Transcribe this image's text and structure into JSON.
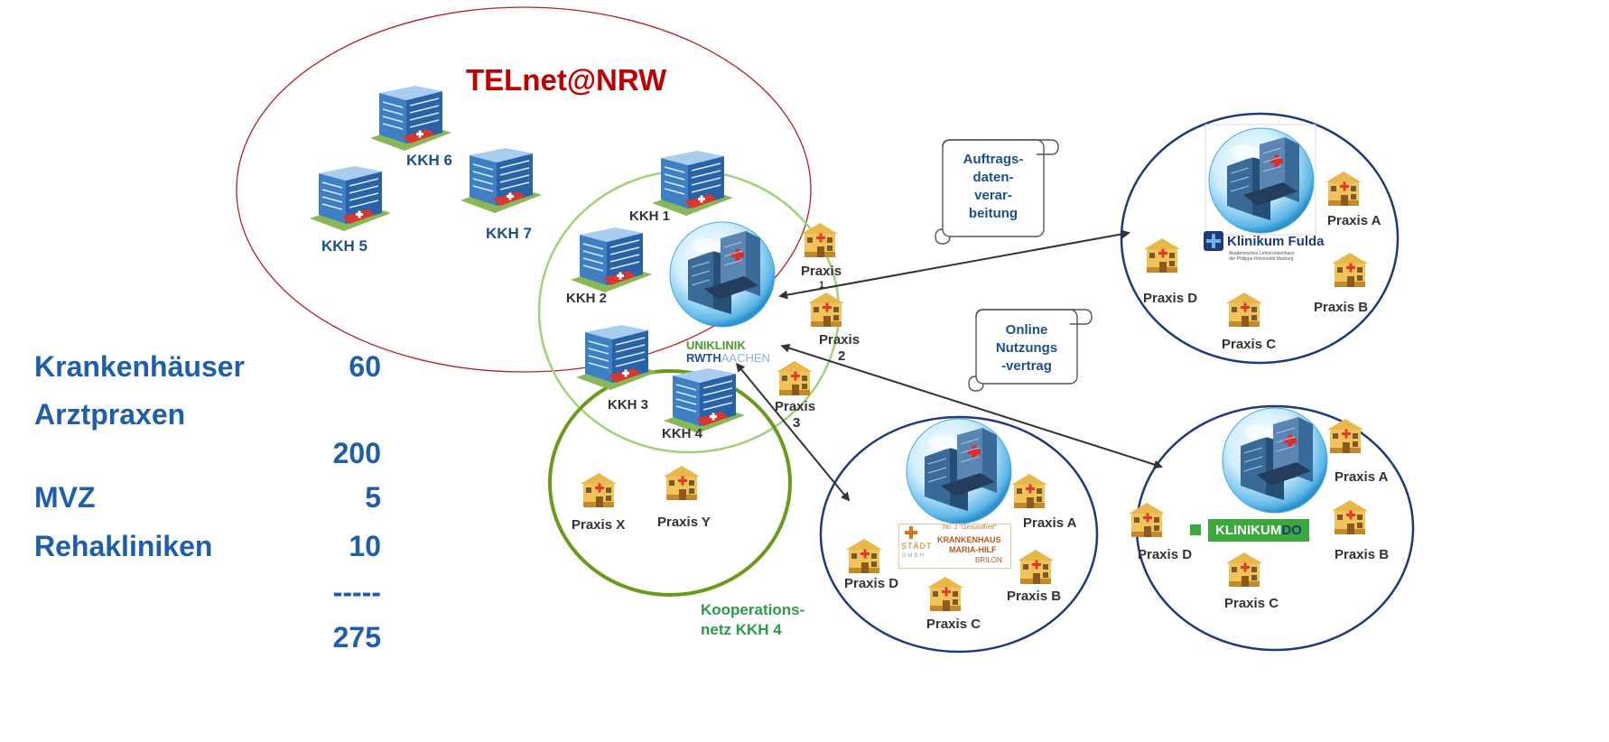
{
  "title": "TELnet@NRW",
  "stats": [
    {
      "label": "Krankenhäuser",
      "value": "60"
    },
    {
      "label": "Arztpraxen",
      "value": ""
    },
    {
      "label": "",
      "value": "200"
    },
    {
      "label": "MVZ",
      "value": "5"
    },
    {
      "label": "Rehakliniken",
      "value": "10"
    },
    {
      "label": "",
      "value": "-----"
    },
    {
      "label": "",
      "value": "275"
    }
  ],
  "hospitals": {
    "kkh1": "KKH 1",
    "kkh2": "KKH 2",
    "kkh3": "KKH 3",
    "kkh4": "KKH 4",
    "kkh5": "KKH 5",
    "kkh6": "KKH 6",
    "kkh7": "KKH 7"
  },
  "center": {
    "logo_line1": "UNIKLINIK",
    "logo_line2a": "RWTH",
    "logo_line2b": "AACHEN",
    "praxis1": "Praxis",
    "praxis1_num": "1",
    "praxis2": "Praxis",
    "praxis2_num": "2",
    "praxis3": "Praxis",
    "praxis3_num": "3"
  },
  "kooperation": {
    "praxis_x": "Praxis X",
    "praxis_y": "Praxis Y",
    "label_line1": "Kooperations-",
    "label_line2": "netz KKH 4"
  },
  "contracts": {
    "auftrag": [
      "Auftrags-",
      "daten-",
      "verar-",
      "beitung"
    ],
    "online": [
      "Online",
      "Nutzungs",
      "-vertrag"
    ]
  },
  "fulda": {
    "logo": "Klinikum Fulda",
    "logo_sub1": "Akademisches Lehrkrankenhaus",
    "logo_sub2": "der Philipps-Universität Marburg",
    "praxis_a": "Praxis A",
    "praxis_b": "Praxis B",
    "praxis_c": "Praxis C",
    "praxis_d": "Praxis D"
  },
  "brilon": {
    "logo_top": "No. 1 \"Gesundheit\"",
    "logo_stadt": "STÄDT",
    "logo_gmbh": "GMBH",
    "logo_line1": "KRANKENHAUS",
    "logo_line2": "MARIA-HILF",
    "logo_line3": "BRILON",
    "praxis_a": "Praxis A",
    "praxis_b": "Praxis B",
    "praxis_c": "Praxis C",
    "praxis_d": "Praxis D"
  },
  "dortmund": {
    "logo_a": "KLINIKUM",
    "logo_b": "DO",
    "praxis_a": "Praxis A",
    "praxis_b": "Praxis B",
    "praxis_c": "Praxis C",
    "praxis_d": "Praxis D"
  },
  "colors": {
    "telnet_ring": "#b52025",
    "center_ring": "#9fd27a",
    "koop_ring": "#6b9a1a",
    "partner_ring": "#1f3a78",
    "stat_text": "#1f5ea8",
    "koop_text": "#2e9a48"
  }
}
